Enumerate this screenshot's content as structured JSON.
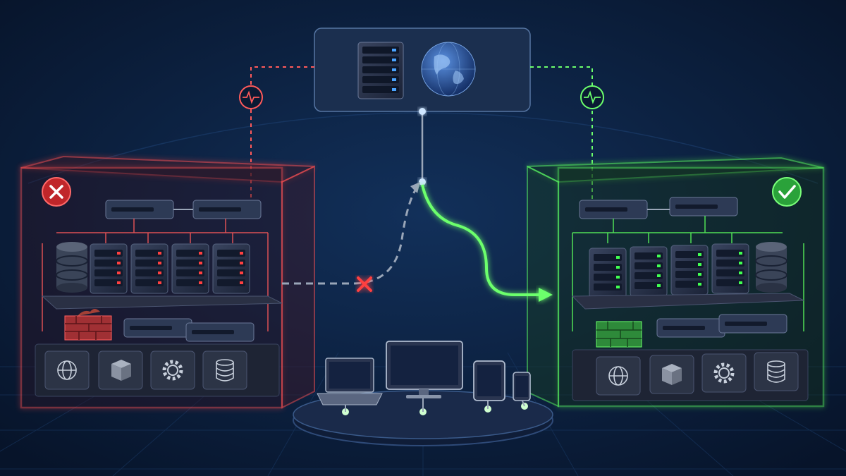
{
  "scene": {
    "failed_site": {
      "status": "failed",
      "status_icon": "x-icon"
    },
    "active_site": {
      "status": "healthy",
      "status_icon": "check-icon"
    },
    "control_plane": {
      "icons": [
        "server-stack-icon",
        "globe-icon"
      ]
    },
    "heartbeat_links": [
      {
        "from": "control-plane",
        "to": "failed-site",
        "state": "failing"
      },
      {
        "from": "control-plane",
        "to": "active-site",
        "state": "healthy"
      }
    ],
    "traffic": {
      "failed_route": "dashed-broken",
      "active_route": "solid"
    },
    "client_devices": [
      "laptop-icon",
      "monitor-icon",
      "tablet-icon",
      "phone-icon"
    ],
    "site_tiles": [
      "globe-icon",
      "box-icon",
      "gear-icon",
      "database-icon"
    ]
  },
  "colors": {
    "background": "#0a1a33",
    "failed": "#ff4d4d",
    "healthy": "#5cff5c",
    "neutral_line": "#9aa6b8",
    "device_body": "#2a3550"
  }
}
